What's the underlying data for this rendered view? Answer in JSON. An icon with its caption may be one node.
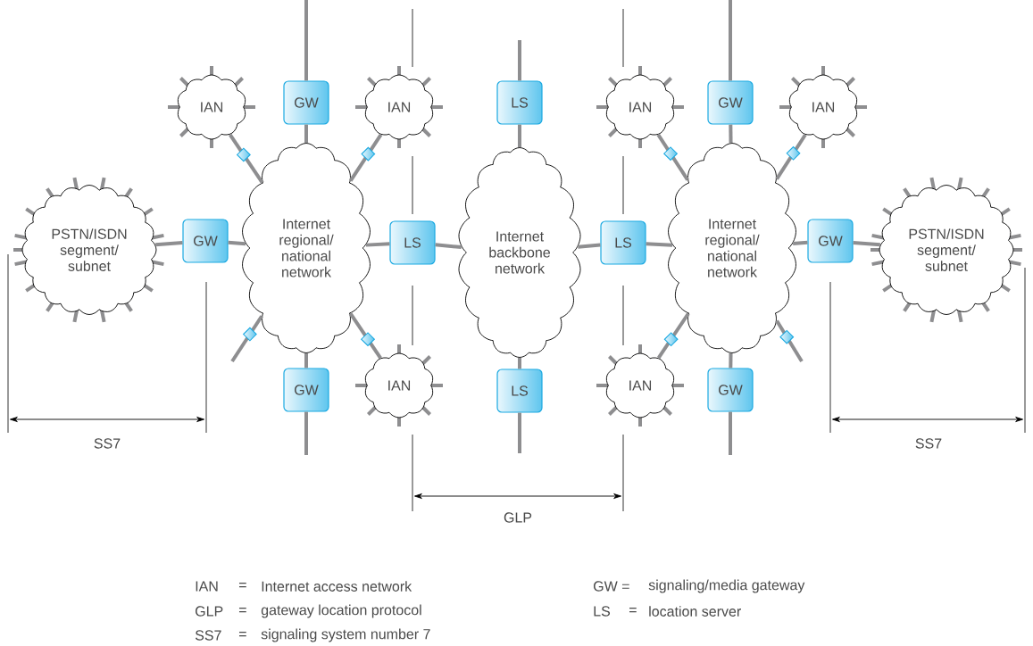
{
  "diagram": {
    "nodes": [
      {
        "text": [
          "PSTN/ISDN segment/ subnet"
        ]
      },
      {
        "text": [
          "GW"
        ]
      },
      {
        "text": [
          "Internet regional/ national network"
        ]
      },
      {
        "text": [
          "IAN"
        ]
      },
      {
        "text": [
          "GW"
        ]
      },
      {
        "text": [
          "IAN"
        ]
      },
      {
        "text": [
          "IAN"
        ]
      },
      {
        "text": [
          "GW"
        ]
      },
      {
        "text": [
          "LS"
        ]
      },
      {
        "text": [
          "Internet backbone network"
        ]
      },
      {
        "text": [
          "LS"
        ]
      },
      {
        "text": [
          "LS"
        ]
      },
      {
        "text": [
          "LS"
        ]
      },
      {
        "text": [
          "Internet regional/ national network"
        ]
      },
      {
        "text": [
          "IAN"
        ]
      },
      {
        "text": [
          "GW"
        ]
      },
      {
        "text": [
          "IAN"
        ]
      },
      {
        "text": [
          "IAN"
        ]
      },
      {
        "text": [
          "GW"
        ]
      },
      {
        "text": [
          "GW"
        ]
      },
      {
        "text": [
          "PSTN/ISDN segment/ subnet"
        ]
      }
    ],
    "edges": [
      {
        "from": 0,
        "to": 1,
        "arrow": "none"
      },
      {
        "from": 1,
        "to": 2,
        "arrow": "none"
      },
      {
        "from": 3,
        "to": 2,
        "arrow": "none"
      },
      {
        "from": 4,
        "to": 2,
        "arrow": "none"
      },
      {
        "from": 5,
        "to": 2,
        "arrow": "none"
      },
      {
        "from": 6,
        "to": 2,
        "arrow": "none"
      },
      {
        "from": 7,
        "to": 2,
        "arrow": "none"
      },
      {
        "from": 2,
        "to": 8,
        "arrow": "none"
      },
      {
        "from": 8,
        "to": 9,
        "arrow": "none"
      },
      {
        "from": 10,
        "to": 9,
        "arrow": "none"
      },
      {
        "from": 11,
        "to": 9,
        "arrow": "none"
      },
      {
        "from": 9,
        "to": 12,
        "arrow": "none"
      },
      {
        "from": 12,
        "to": 13,
        "arrow": "none"
      },
      {
        "from": 14,
        "to": 13,
        "arrow": "none"
      },
      {
        "from": 15,
        "to": 13,
        "arrow": "none"
      },
      {
        "from": 16,
        "to": 13,
        "arrow": "none"
      },
      {
        "from": 17,
        "to": 13,
        "arrow": "none"
      },
      {
        "from": 18,
        "to": 13,
        "arrow": "none"
      },
      {
        "from": 13,
        "to": 19,
        "arrow": "none"
      },
      {
        "from": 19,
        "to": 20,
        "arrow": "none"
      },
      {
        "from": 2,
        "to": null,
        "arrow": "none"
      },
      {
        "from": 13,
        "to": null,
        "arrow": "none"
      },
      {
        "from": 4,
        "to": null,
        "arrow": "none"
      },
      {
        "from": 10,
        "to": null,
        "arrow": "none"
      },
      {
        "from": 15,
        "to": null,
        "arrow": "none"
      },
      {
        "from": 7,
        "to": null,
        "arrow": "none"
      },
      {
        "from": 11,
        "to": null,
        "arrow": "none"
      },
      {
        "from": 18,
        "to": null,
        "arrow": "none"
      }
    ],
    "labels": [
      "SS7",
      "GLP",
      "SS7",
      "IAN",
      "=",
      "Internet access network",
      "GW =",
      "signaling/media gateway",
      "GLP",
      "=",
      "gateway location protocol",
      "LS",
      "=",
      "location server",
      "SS7",
      "=",
      "signaling system number 7"
    ]
  }
}
